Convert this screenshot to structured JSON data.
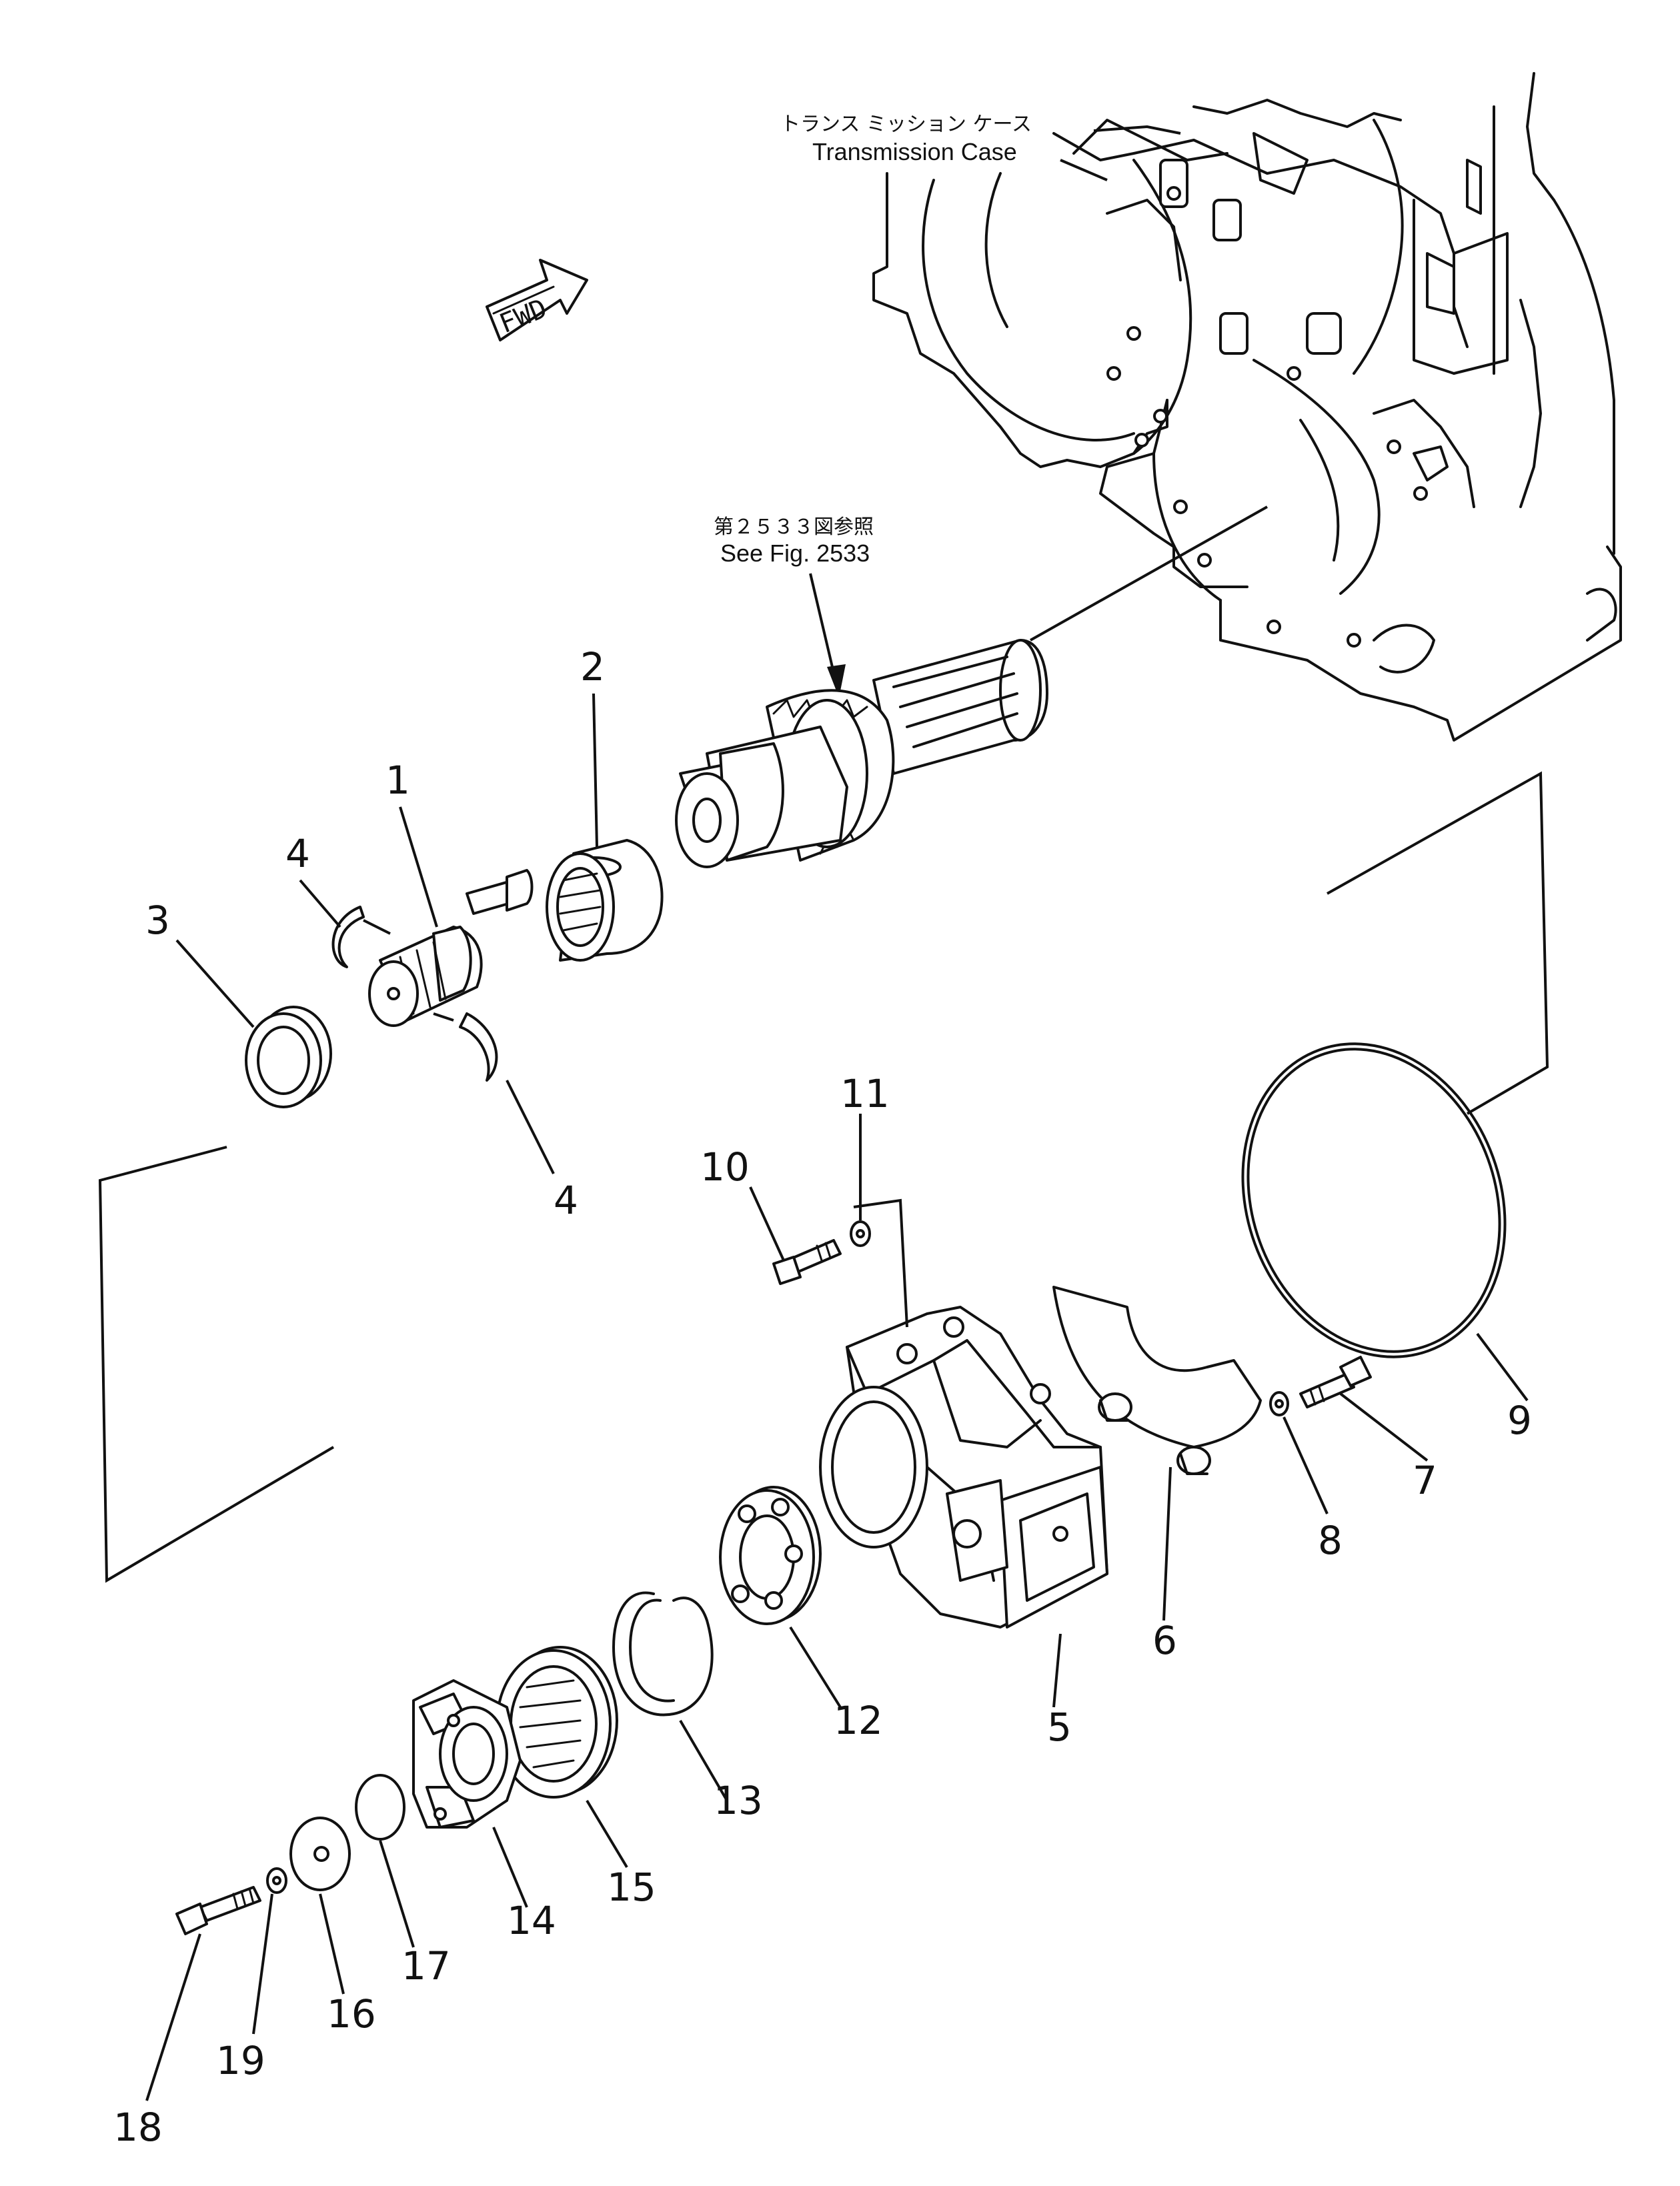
{
  "case_label": {
    "jp": "トランス ミッション ケース",
    "en": "Transmission Case"
  },
  "see_fig": {
    "jp": "第２５３３図参照",
    "en": "See Fig. 2533"
  },
  "fwd_label": "FWD",
  "part_callouts": [
    {
      "id": "p1",
      "label": "1"
    },
    {
      "id": "p2",
      "label": "2"
    },
    {
      "id": "p3",
      "label": "3"
    },
    {
      "id": "p4a",
      "label": "4"
    },
    {
      "id": "p4b",
      "label": "4"
    },
    {
      "id": "p5",
      "label": "5"
    },
    {
      "id": "p6",
      "label": "6"
    },
    {
      "id": "p7",
      "label": "7"
    },
    {
      "id": "p8",
      "label": "8"
    },
    {
      "id": "p9",
      "label": "9"
    },
    {
      "id": "p10",
      "label": "10"
    },
    {
      "id": "p11",
      "label": "11"
    },
    {
      "id": "p12",
      "label": "12"
    },
    {
      "id": "p13",
      "label": "13"
    },
    {
      "id": "p14",
      "label": "14"
    },
    {
      "id": "p15",
      "label": "15"
    },
    {
      "id": "p16",
      "label": "16"
    },
    {
      "id": "p17",
      "label": "17"
    },
    {
      "id": "p18",
      "label": "18"
    },
    {
      "id": "p19",
      "label": "19"
    }
  ]
}
